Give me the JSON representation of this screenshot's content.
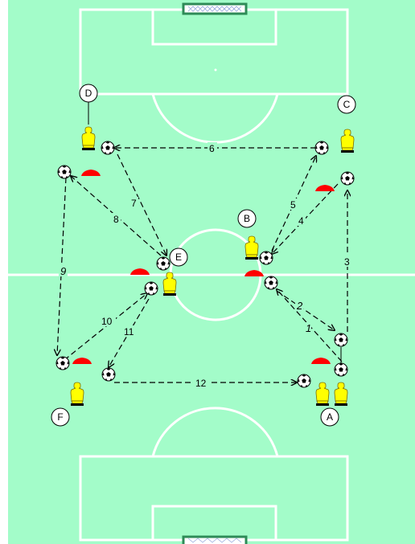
{
  "colors": {
    "pitch": "#a3fcc9",
    "lines": "#ffffff",
    "arrows": "#000000",
    "cone": "#ff0000",
    "player": "#ffff00",
    "goal": "#2e8b57"
  },
  "players": [
    {
      "id": "A",
      "label": "A"
    },
    {
      "id": "B",
      "label": "B"
    },
    {
      "id": "C",
      "label": "C"
    },
    {
      "id": "D",
      "label": "D"
    },
    {
      "id": "E",
      "label": "E"
    },
    {
      "id": "F",
      "label": "F"
    }
  ],
  "passes": [
    {
      "label": "1"
    },
    {
      "label": "2"
    },
    {
      "label": "3"
    },
    {
      "label": "4"
    },
    {
      "label": "5"
    },
    {
      "label": "6"
    },
    {
      "label": "7"
    },
    {
      "label": "8"
    },
    {
      "label": "9"
    },
    {
      "label": "10"
    },
    {
      "label": "11"
    },
    {
      "label": "12"
    }
  ],
  "icons": [
    "ball-icon",
    "player-figure-icon",
    "cone-icon",
    "goal-icon"
  ]
}
